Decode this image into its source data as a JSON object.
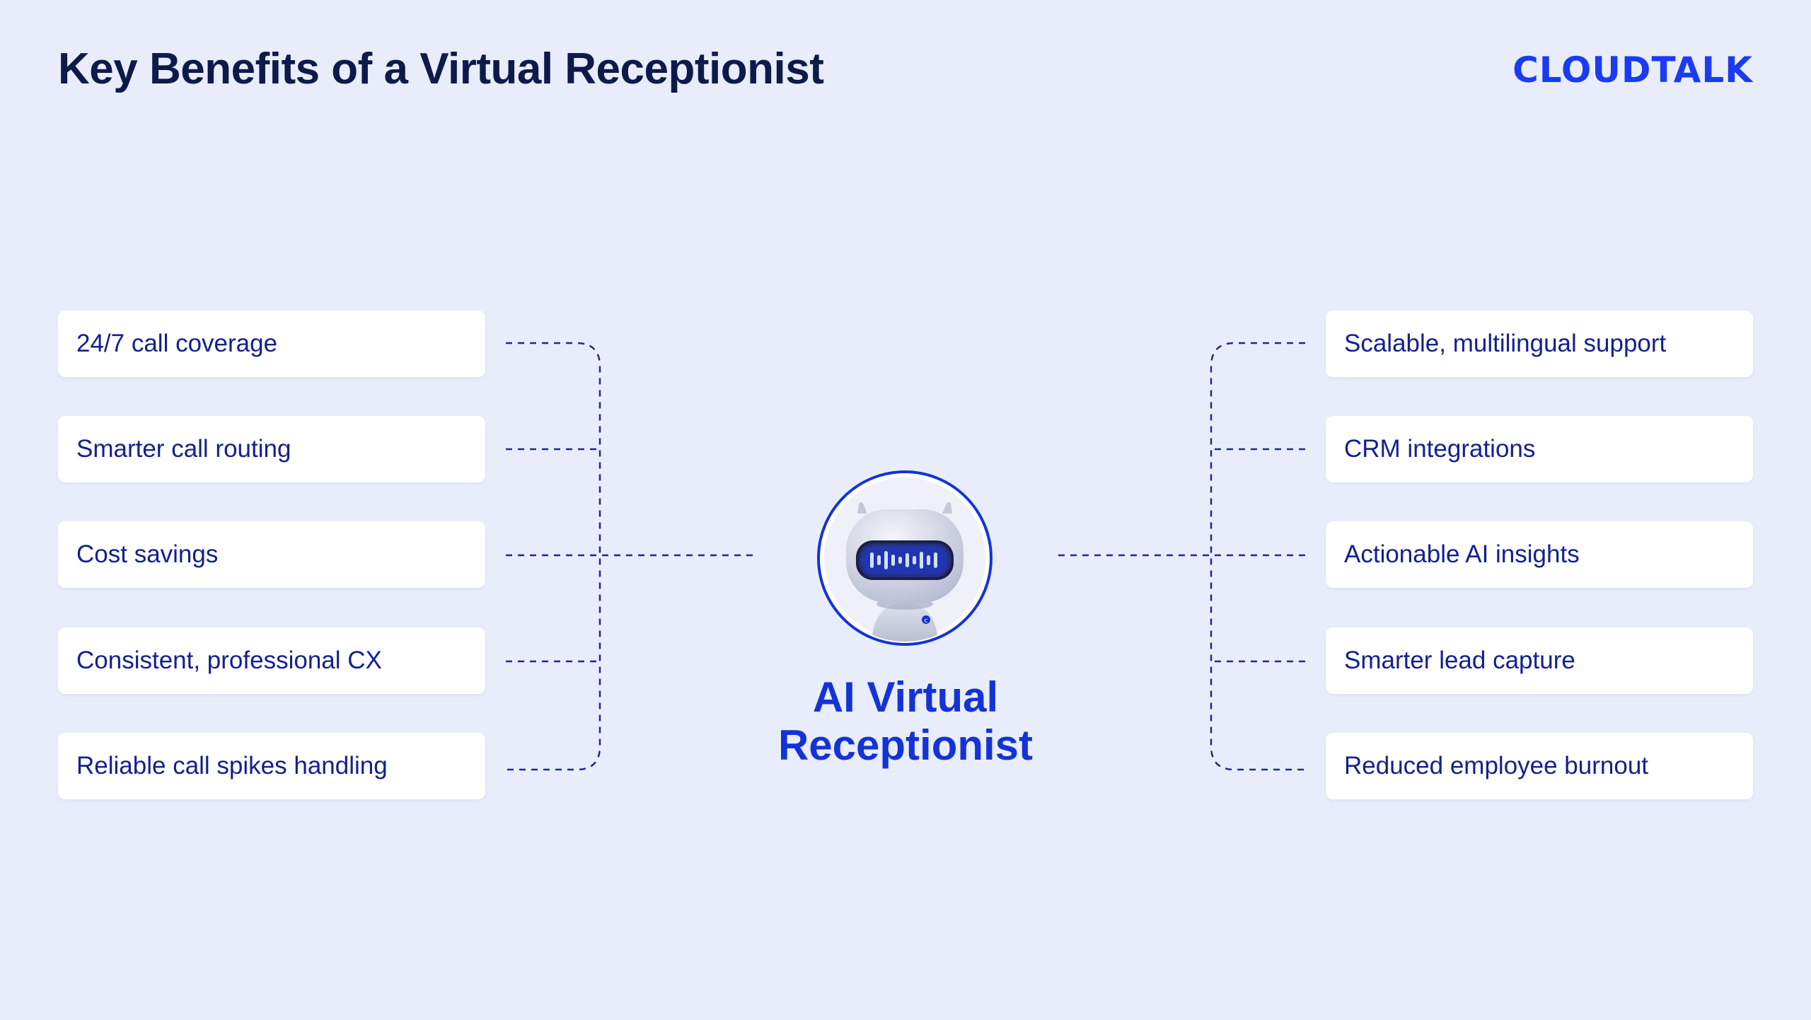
{
  "header": {
    "title": "Key Benefits of a Virtual Receptionist",
    "brand": "CLOUDTALK"
  },
  "center": {
    "title_line1": "AI Virtual",
    "title_line2": "Receptionist"
  },
  "left_benefits": [
    "24/7 call coverage",
    "Smarter call routing",
    "Cost savings",
    "Consistent, professional CX",
    "Reliable call spikes handling"
  ],
  "right_benefits": [
    "Scalable, multilingual support",
    "CRM integrations",
    "Actionable AI insights",
    "Smarter lead capture",
    "Reduced employee burnout"
  ],
  "colors": {
    "background": "#e9edfb",
    "title": "#0d1a4a",
    "accent": "#1a3bf0",
    "card_text": "#13208f",
    "connector": "#1e2a8a"
  },
  "icons": {
    "avatar": "robot-icon"
  }
}
